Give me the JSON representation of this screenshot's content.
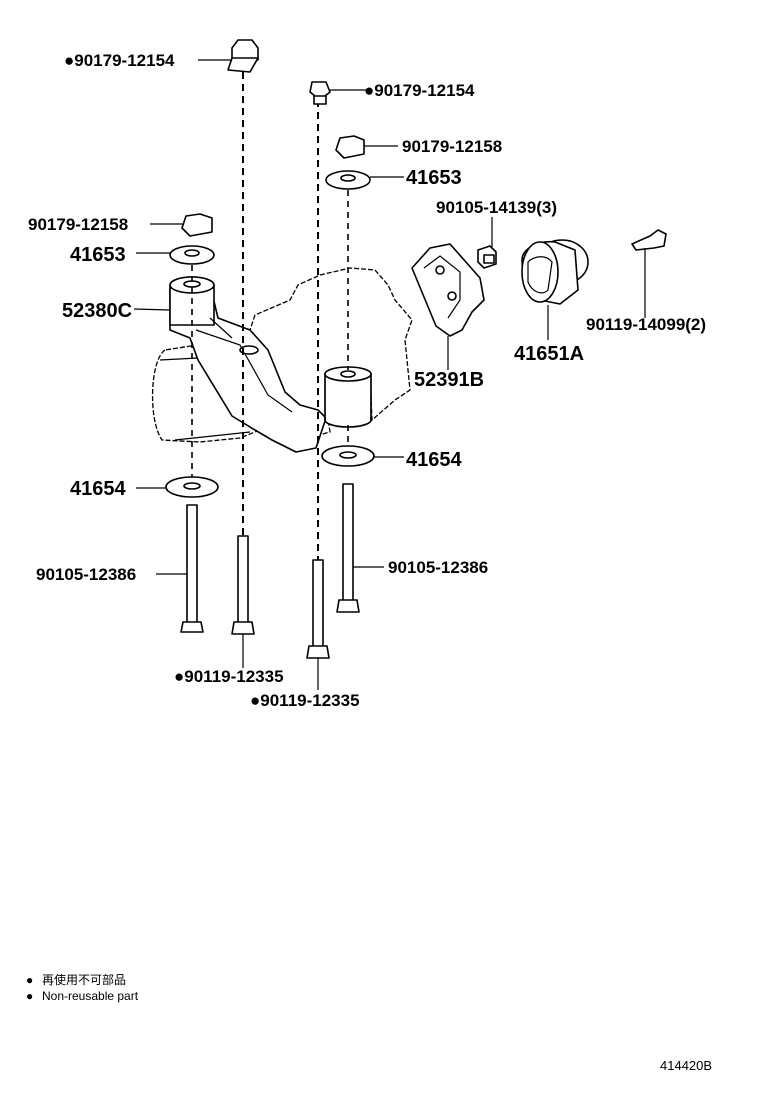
{
  "labels": {
    "bolt_top_left": "●90179-12154",
    "bolt_top_center": "●90179-12154",
    "nut_center": "90179-12158",
    "nut_left": "90179-12158",
    "stopper_center": "41653",
    "stopper_left": "41653",
    "bracket": "52380C",
    "bolt_small": "90105-14139(3)",
    "mount_bracket": "52391B",
    "bolt_right": "90119-14099(2)",
    "insulator": "41651A",
    "washer_center": "41654",
    "washer_left": "41654",
    "long_bolt_left": "90105-12386",
    "long_bolt_right": "90105-12386",
    "bolt_bottom_1": "●90119-12335",
    "bolt_bottom_2": "●90119-12335"
  },
  "legend": {
    "japanese": "再使用不可部品",
    "english": "Non-reusable part",
    "bullet": "●"
  },
  "diagram_code": "414420B"
}
